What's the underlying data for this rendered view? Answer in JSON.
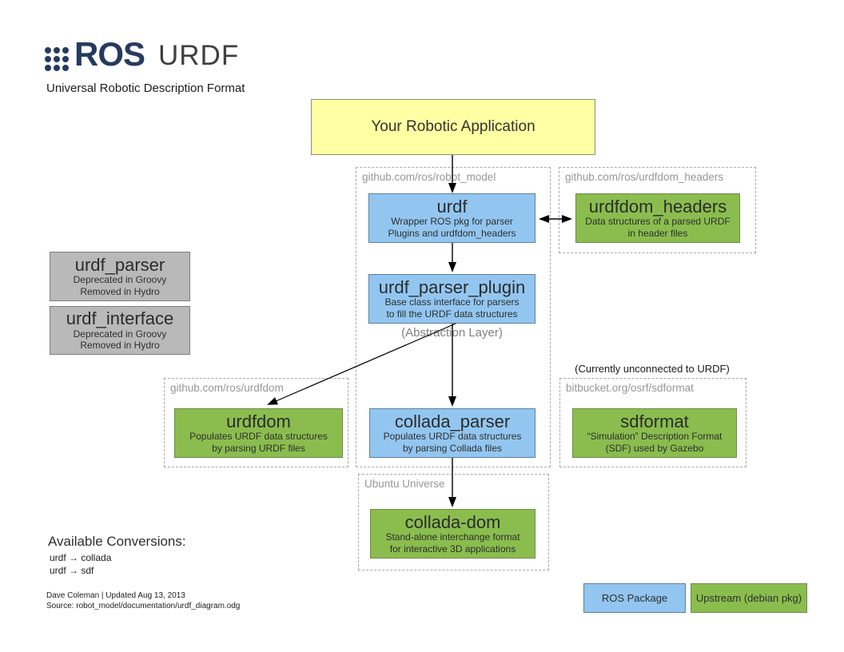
{
  "header": {
    "logo_text": "ROS",
    "title": "URDF",
    "subtitle": "Universal Robotic Description Format"
  },
  "app_box": {
    "label": "Your Robotic Application"
  },
  "containers": {
    "robot_model": {
      "label": "github.com/ros/robot_model"
    },
    "urdfdom_headers": {
      "label": "github.com/ros/urdfdom_headers"
    },
    "urdfdom": {
      "label": "github.com/ros/urdfdom"
    },
    "sdformat": {
      "label": "bitbucket.org/osrf/sdformat"
    },
    "ubuntu_universe": {
      "label": "Ubuntu Universe"
    }
  },
  "nodes": {
    "urdf": {
      "title": "urdf",
      "desc1": "Wrapper ROS pkg for parser",
      "desc2": "Plugins and urdfdom_headers",
      "type": "ros-package"
    },
    "urdfdom_headers": {
      "title": "urdfdom_headers",
      "desc1": "Data structures of a parsed URDF",
      "desc2": "in header files",
      "type": "upstream"
    },
    "urdf_parser": {
      "title": "urdf_parser",
      "desc1": "Deprecated in Groovy",
      "desc2": "Removed in Hydro",
      "type": "deprecated"
    },
    "urdf_interface": {
      "title": "urdf_interface",
      "desc1": "Deprecated in Groovy",
      "desc2": "Removed in Hydro",
      "type": "deprecated"
    },
    "urdf_parser_plugin": {
      "title": "urdf_parser_plugin",
      "desc1": "Base class interface for parsers",
      "desc2": "to fill the URDF data structures",
      "type": "ros-package"
    },
    "urdfdom": {
      "title": "urdfdom",
      "desc1": "Populates URDF data structures",
      "desc2": "by parsing URDF files",
      "type": "upstream"
    },
    "collada_parser": {
      "title": "collada_parser",
      "desc1": "Populates URDF data structures",
      "desc2": "by parsing Collada files",
      "type": "ros-package"
    },
    "sdformat": {
      "title": "sdformat",
      "desc1": "“Simulation” Description Format",
      "desc2": "(SDF) used by Gazebo",
      "type": "upstream"
    },
    "collada_dom": {
      "title": "collada-dom",
      "desc1": "Stand-alone interchange format",
      "desc2": "for interactive 3D applications",
      "type": "upstream"
    }
  },
  "annotations": {
    "abstraction_layer": "(Abstraction Layer)",
    "unconnected": "(Currently unconnected to URDF)"
  },
  "conversions": {
    "heading": "Available Conversions:",
    "items": [
      "urdf → collada",
      "urdf → sdf"
    ]
  },
  "footer": {
    "credit": "Dave Coleman | Updated Aug 13, 2013",
    "source": "Source: robot_model/documentation/urdf_diagram.odg"
  },
  "legend": {
    "ros_package": "ROS Package",
    "upstream": "Upstream (debian pkg)"
  },
  "colors": {
    "ros_package_fill": "#92c6f0",
    "upstream_fill": "#8abd4e",
    "deprecated_fill": "#b9b9b9",
    "app_fill": "#ffffa3",
    "logo_navy": "#253b5e"
  }
}
